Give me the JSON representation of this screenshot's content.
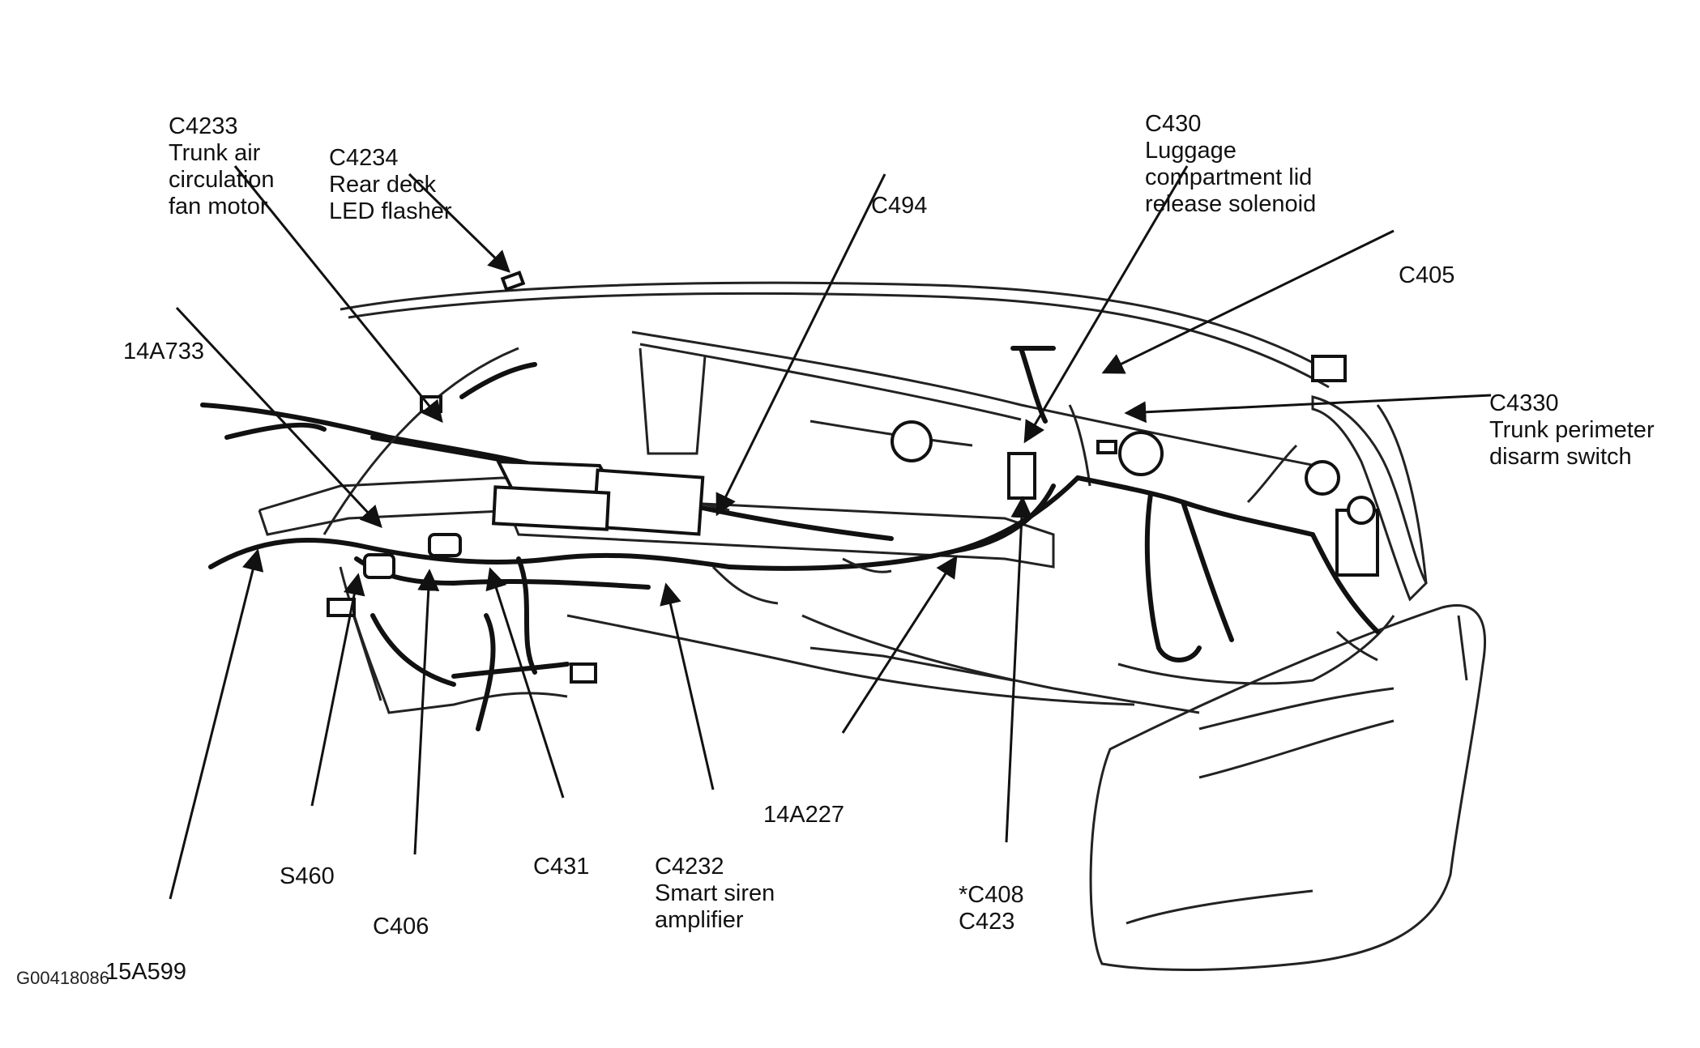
{
  "figure_id": "G00418086",
  "callouts": [
    {
      "id": "c4233",
      "lines": [
        "C4233",
        "Trunk air",
        "circulation",
        "fan motor"
      ]
    },
    {
      "id": "c4234",
      "lines": [
        "C4234",
        "Rear deck",
        "LED flasher"
      ]
    },
    {
      "id": "c494",
      "lines": [
        "C494"
      ]
    },
    {
      "id": "c430",
      "lines": [
        "C430",
        "Luggage",
        "compartment lid",
        "release solenoid"
      ]
    },
    {
      "id": "c405",
      "lines": [
        "C405"
      ]
    },
    {
      "id": "c4330",
      "lines": [
        "C4330",
        "Trunk perimeter",
        "disarm switch"
      ]
    },
    {
      "id": "p14a733",
      "lines": [
        "14A733"
      ]
    },
    {
      "id": "p14a227",
      "lines": [
        "14A227"
      ]
    },
    {
      "id": "c4232",
      "lines": [
        "C4232",
        "Smart siren",
        "amplifier"
      ]
    },
    {
      "id": "c408",
      "lines": [
        "*C408",
        "C423"
      ]
    },
    {
      "id": "c431",
      "lines": [
        "C431"
      ]
    },
    {
      "id": "s460",
      "lines": [
        "S460"
      ]
    },
    {
      "id": "c406",
      "lines": [
        "C406"
      ]
    },
    {
      "id": "p15a599",
      "lines": [
        "15A599"
      ]
    }
  ]
}
